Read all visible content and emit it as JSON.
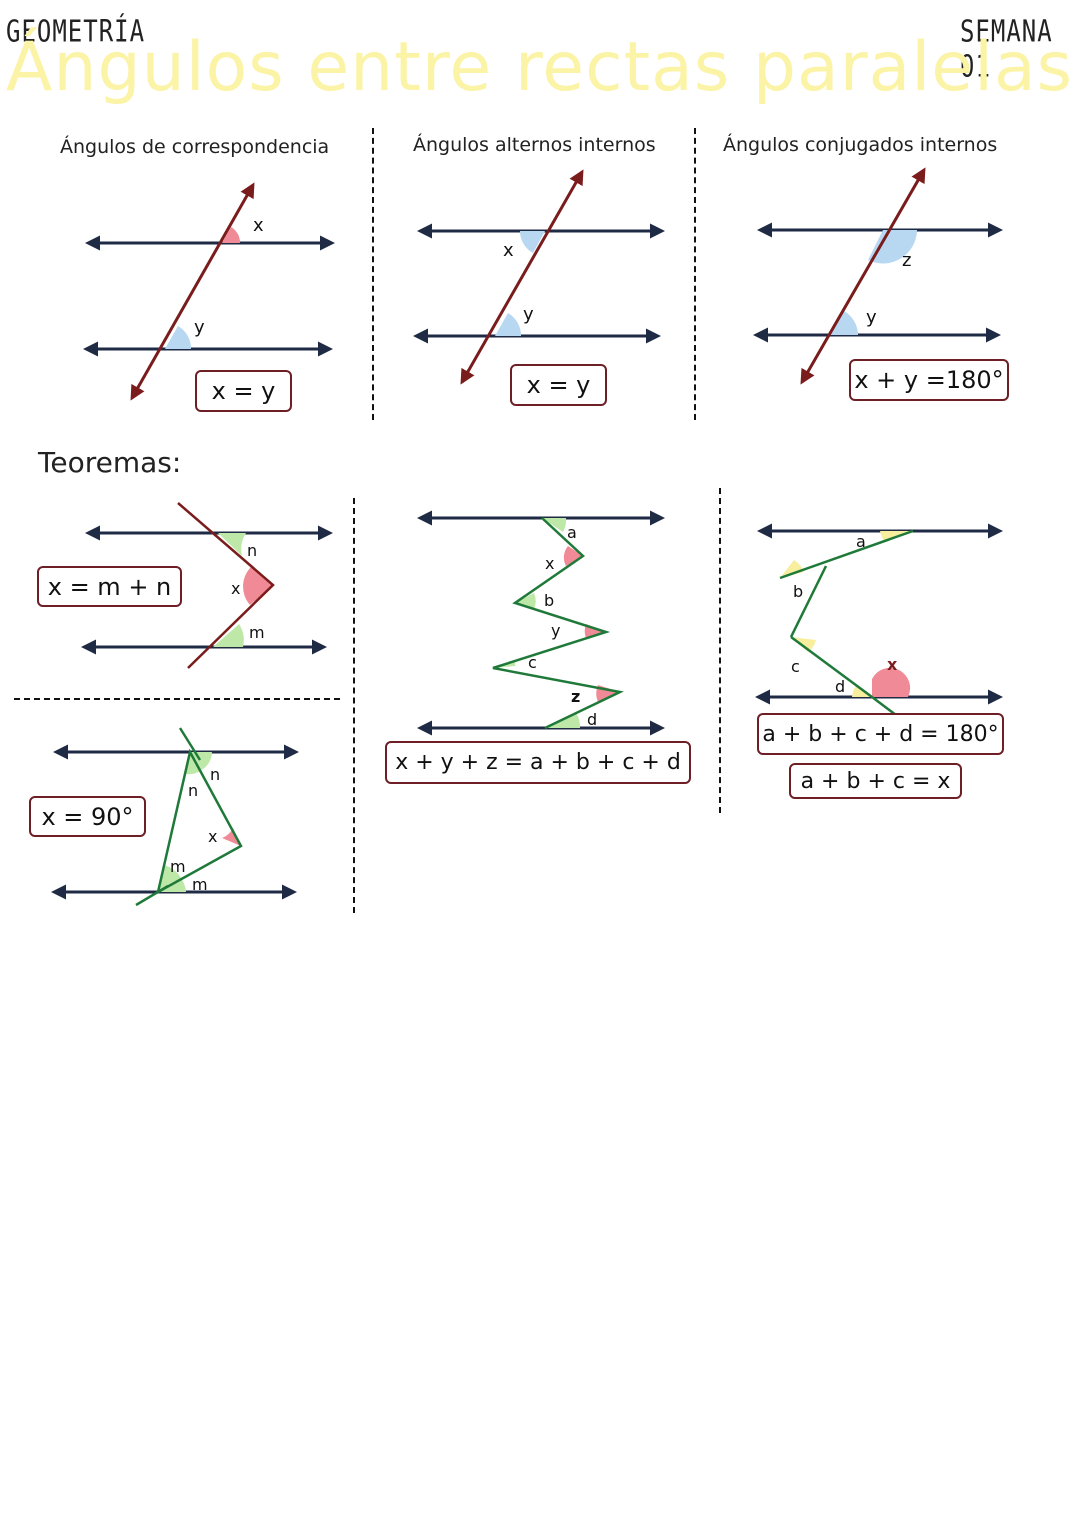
{
  "header": {
    "left": "GEOMETRÍA",
    "right": "SEMANA 01",
    "title": "Ángulos entre rectas paralelas"
  },
  "sections": {
    "correspondencia": {
      "title": "Ángulos de correspondencia",
      "formula": "x = y",
      "angle_labels": [
        "x",
        "y"
      ]
    },
    "alternos": {
      "title": "Ángulos alternos internos",
      "formula": "x = y",
      "angle_labels": [
        "x",
        "y"
      ]
    },
    "conjugados": {
      "title": "Ángulos conjugados internos",
      "formula": "x + y =180°",
      "angle_labels": [
        "z",
        "y"
      ]
    }
  },
  "teoremas": {
    "label": "Teoremas:",
    "t1": {
      "formula": "x = m + n",
      "angle_labels": [
        "n",
        "x",
        "m"
      ]
    },
    "t2": {
      "formula": "x = 90°",
      "angle_labels": [
        "n",
        "n",
        "x",
        "m",
        "m"
      ]
    },
    "t3": {
      "formula": "x + y + z = a + b + c + d",
      "angle_labels": [
        "a",
        "x",
        "b",
        "y",
        "c",
        "z",
        "d"
      ]
    },
    "t4": {
      "formula1": "a + b + c + d = 180°",
      "formula2": "a + b + c = x",
      "angle_labels": [
        "a",
        "b",
        "c",
        "d",
        "x"
      ]
    }
  },
  "colors": {
    "line": "#1f2a44",
    "transversal": "#7a1c1c",
    "red_angle": "#f08a96",
    "blue_angle": "#b8d8f2",
    "green_angle": "#bde8a8",
    "yellow_angle": "#f7ee9e",
    "green_line": "#1f7a3a",
    "box_border": "#6e1f26"
  }
}
